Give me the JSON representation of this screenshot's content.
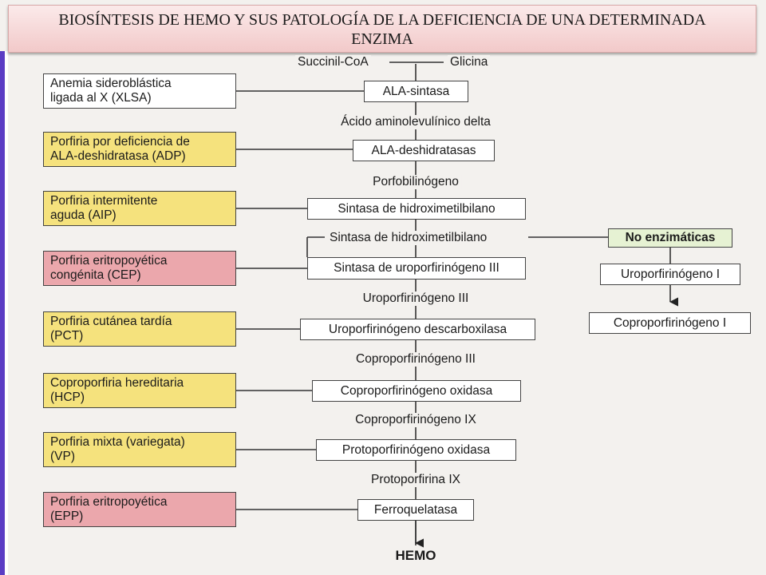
{
  "title": "BIOSÍNTESIS DE HEMO Y SUS PATOLOGÍA DE LA DEFICIENCIA DE UNA DETERMINADA ENZIMA",
  "top_row": {
    "left": "Succinil-CoA",
    "right": "Glicina"
  },
  "enzymes": [
    "ALA-sintasa",
    "ALA-deshidratasas",
    "Sintasa de hidroximetilbilano",
    "Sintasa de uroporfirinógeno III",
    "Uroporfirinógeno descarboxilasa",
    "Coproporfirinógeno oxidasa",
    "Protoporfirinógeno oxidasa",
    "Ferroquelatasa"
  ],
  "intermediates": [
    "Ácido aminolevulínico delta",
    "Porfobilinógeno",
    "Sintasa de hidroximetilbilano",
    "Uroporfirinógeno III",
    "Coproporfirinógeno III",
    "Coproporfirinógeno IX",
    "Protoporfirina IX"
  ],
  "diseases": [
    {
      "line1": "Anemia sideroblástica",
      "line2": "ligada al X (XLSA)",
      "color": "#ffffff"
    },
    {
      "line1": "Porfiria por deficiencia de",
      "line2": "ALA-deshidratasa (ADP)",
      "color": "#f5e27d"
    },
    {
      "line1": "Porfiria intermitente",
      "line2": "aguda (AIP)",
      "color": "#f5e27d"
    },
    {
      "line1": "Porfiria eritropoyética",
      "line2": "congénita (CEP)",
      "color": "#eba7ac"
    },
    {
      "line1": "Porfiria cutánea tardía",
      "line2": "(PCT)",
      "color": "#f5e27d"
    },
    {
      "line1": "Coproporfiria hereditaria",
      "line2": "(HCP)",
      "color": "#f5e27d"
    },
    {
      "line1": "Porfiria mixta (variegata)",
      "line2": "(VP)",
      "color": "#f5e27d"
    },
    {
      "line1": "Porfiria eritropoyética",
      "line2": "(EPP)",
      "color": "#eba7ac"
    }
  ],
  "side_branch": {
    "header": "No enzimáticas",
    "header_color": "#e6f2d3",
    "step1": "Uroporfirinógeno I",
    "step2": "Coproporfirinógeno I"
  },
  "end_product": "HEMO"
}
